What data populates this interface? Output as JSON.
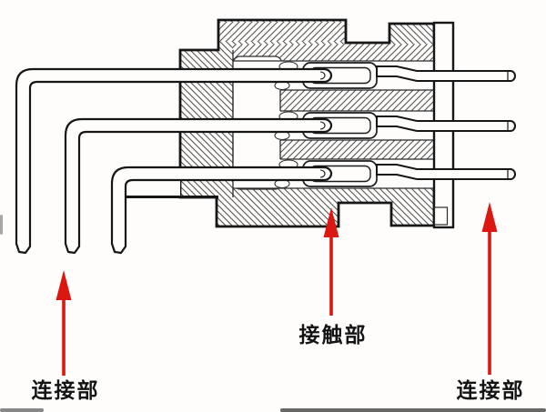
{
  "diagram": {
    "annotations": {
      "left_label": "连接部",
      "center_label": "接触部",
      "right_label": "连接部"
    },
    "colors": {
      "arrow": "#dc1710",
      "ink": "#1b1b1b",
      "hatch": "#4c4c4c",
      "text": "#141414",
      "background": "#fefdfc"
    }
  }
}
